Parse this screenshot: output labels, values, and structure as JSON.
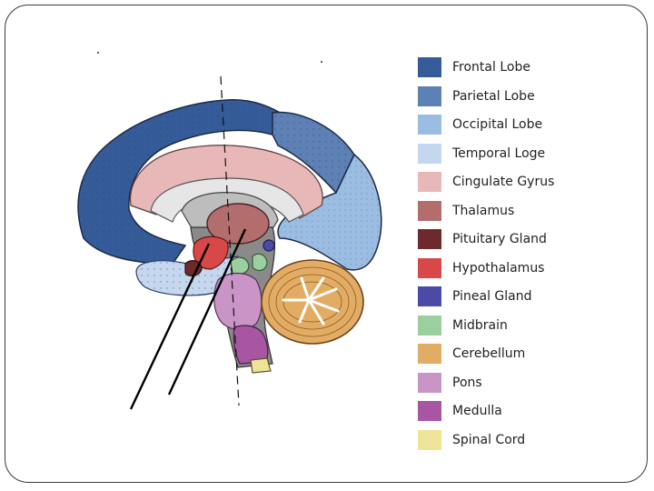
{
  "legend": {
    "items": [
      {
        "label": "Frontal Lobe",
        "color": "#355c99"
      },
      {
        "label": "Parietal Lobe",
        "color": "#5d80b5"
      },
      {
        "label": "Occipital Lobe",
        "color": "#9bbde2"
      },
      {
        "label": "Temporal Loge",
        "color": "#c5d7ee"
      },
      {
        "label": "Cingulate Gyrus",
        "color": "#e8b7b8"
      },
      {
        "label": "Thalamus",
        "color": "#b36d6d"
      },
      {
        "label": "Pituitary Gland",
        "color": "#6e2a2a"
      },
      {
        "label": "Hypothalamus",
        "color": "#d94848"
      },
      {
        "label": "Pineal Gland",
        "color": "#4b4aa6"
      },
      {
        "label": "Midbrain",
        "color": "#9ccf9f"
      },
      {
        "label": "Cerebellum",
        "color": "#e3ac65"
      },
      {
        "label": "Pons",
        "color": "#c995c6"
      },
      {
        "label": "Medulla",
        "color": "#a856a3"
      },
      {
        "label": "Spinal Cord",
        "color": "#ede49a"
      }
    ]
  }
}
